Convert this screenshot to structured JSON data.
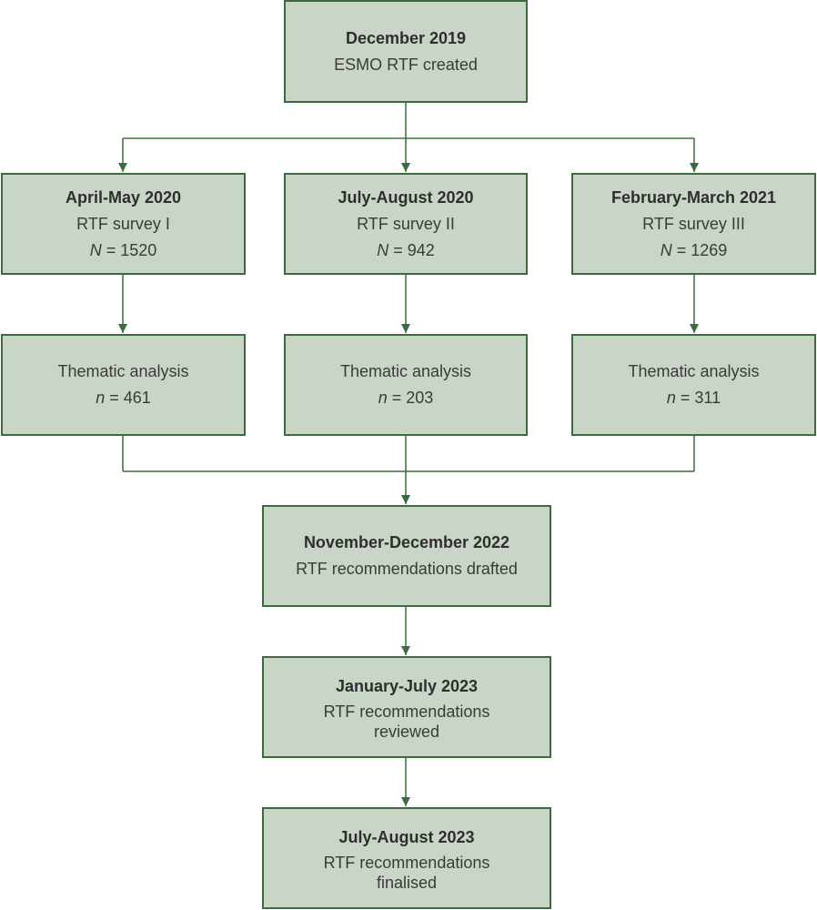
{
  "colors": {
    "box_fill": "#c9d6c7",
    "box_border": "#3d6b3f",
    "connector": "#3d6b3f"
  },
  "created": {
    "date": "December 2019",
    "text": "ESMO RTF created"
  },
  "surveys": [
    {
      "date": "April-May 2020",
      "text": "RTF survey I",
      "n_symbol": "N",
      "n_value": "= 1520"
    },
    {
      "date": "July-August 2020",
      "text": "RTF survey II",
      "n_symbol": "N",
      "n_value": "= 942"
    },
    {
      "date": "February-March 2021",
      "text": "RTF survey III",
      "n_symbol": "N",
      "n_value": "= 1269"
    }
  ],
  "analyses": [
    {
      "text": "Thematic analysis",
      "n_symbol": "n",
      "n_value": "= 461"
    },
    {
      "text": "Thematic analysis",
      "n_symbol": "n",
      "n_value": "= 203"
    },
    {
      "text": "Thematic analysis",
      "n_symbol": "n",
      "n_value": "= 311"
    }
  ],
  "drafted": {
    "date": "November-December 2022",
    "text": "RTF recommendations drafted"
  },
  "reviewed": {
    "date": "January-July 2023",
    "text": "RTF recommendations reviewed"
  },
  "finalised": {
    "date": "July-August 2023",
    "text": "RTF recommendations finalised"
  }
}
